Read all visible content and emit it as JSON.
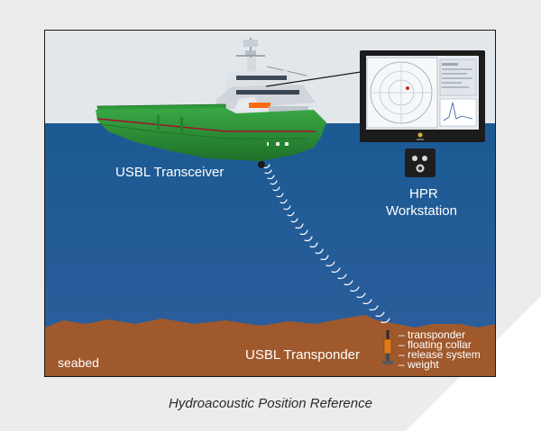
{
  "labels": {
    "transceiver": "USBL Transceiver",
    "workstation_line1": "HPR",
    "workstation_line2": "Workstation",
    "transponder": "USBL Transponder",
    "seabed": "seabed"
  },
  "transponder_parts": [
    "transponder",
    "floating collar",
    "release system",
    "weight"
  ],
  "caption": "Hydroacoustic Position Reference",
  "colors": {
    "sky": "#e2e7ec",
    "sea_top": "#1e5c95",
    "sea_bottom": "#2d5d9b",
    "seabed": "#a0592c",
    "hull": "#2f9a3a",
    "hull_bottom": "#1f6a27",
    "collar": "#e07b1b"
  }
}
